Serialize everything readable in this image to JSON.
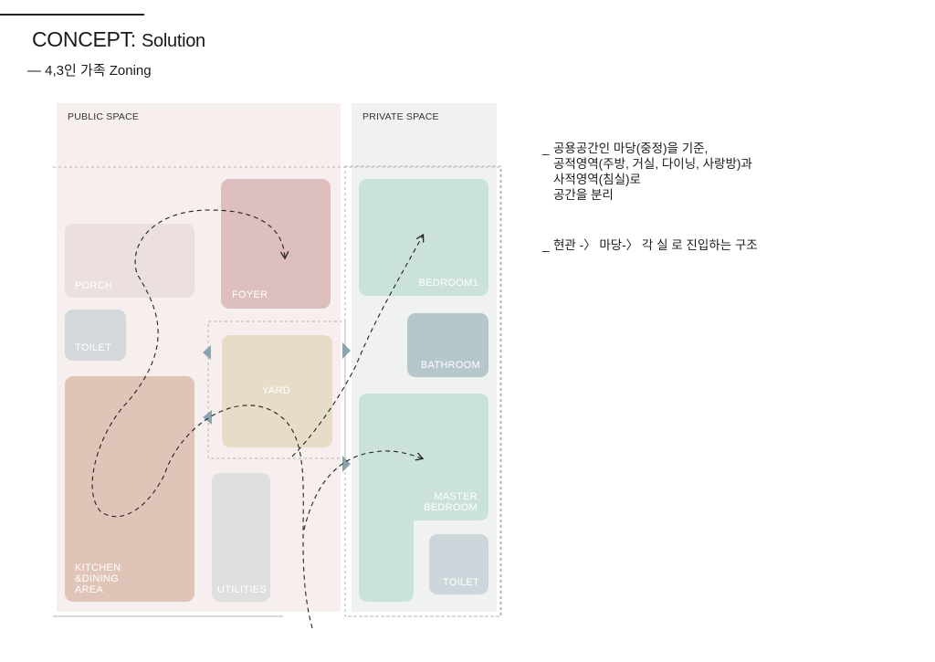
{
  "header": {
    "title": "CONCEPT:",
    "title_sub": "Solution",
    "subtitle": "— 4,3인 가족 Zoning"
  },
  "zones": {
    "public": {
      "label": "PUBLIC SPACE",
      "color": "#f6efee"
    },
    "private": {
      "label": "PRIVATE SPACE",
      "color": "#eff2f1"
    }
  },
  "rooms": {
    "porch": {
      "label": "PORCH",
      "color": "#ecdfe0"
    },
    "foyer": {
      "label": "FOYER",
      "color": "#ddbfc0"
    },
    "toilet_public": {
      "label": "TOILET",
      "color": "#d3d8dc"
    },
    "yard": {
      "label": "YARD",
      "color": "#e7dcc6"
    },
    "kitchen": {
      "label": "KITCHEN\n&DINING\nAREA",
      "color": "#e0c4b8"
    },
    "utilities": {
      "label": "UTILITIES",
      "color": "#dde0df"
    },
    "bedroom1": {
      "label": "BEDROOM1",
      "color": "#cbe1dc"
    },
    "bathroom": {
      "label": "BATHROOM",
      "color": "#b6c7cb"
    },
    "master_bedroom": {
      "label": "MASTER\nBEDROOM",
      "color": "#cbe1dc"
    },
    "toilet_private": {
      "label": "TOILET",
      "color": "#cdd6da"
    }
  },
  "notes": [
    {
      "lines": [
        "공용공간인 마당(중정)을 기준,",
        "공적영역(주방, 거실, 다이닝, 사랑방)과",
        "사적영역(침실)로",
        "공간을 분리"
      ]
    },
    {
      "lines": [
        "현관 -〉 마당-〉 각 실 로 진입하는 구조"
      ]
    }
  ],
  "colors": {
    "arrow_marker": "#8aa3ae",
    "path_stroke": "#222222",
    "zone_outline": "#b5b5b5"
  }
}
